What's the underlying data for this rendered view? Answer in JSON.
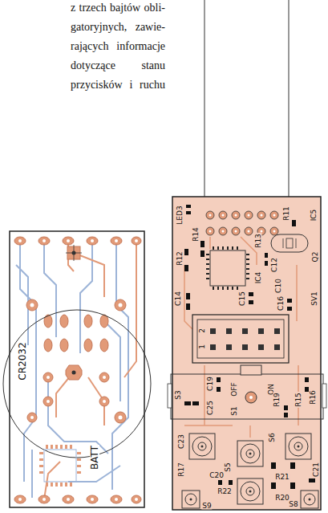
{
  "diagram": {
    "labels": [
      "z trzech bajtów obli-",
      "gatoryjnych, zawie-",
      "rających informacje",
      "dotyczące stanu",
      "przycisków i ruchu",
      "CR2032",
      "BATT",
      "LED3",
      "R14",
      "R13",
      "R11",
      "IC5",
      "Q2",
      "R12",
      "C12",
      "IC4",
      "C10",
      "C14",
      "C15",
      "C16",
      "SV1",
      "2",
      "1",
      "S3",
      "C19",
      "OFF",
      "ON",
      "R15",
      "C25",
      "S1",
      "R19",
      "R16",
      "S6",
      "C23",
      "R17",
      "S5",
      "C20",
      "R22",
      "R21",
      "R20",
      "C21",
      "S9",
      "S8"
    ]
  }
}
